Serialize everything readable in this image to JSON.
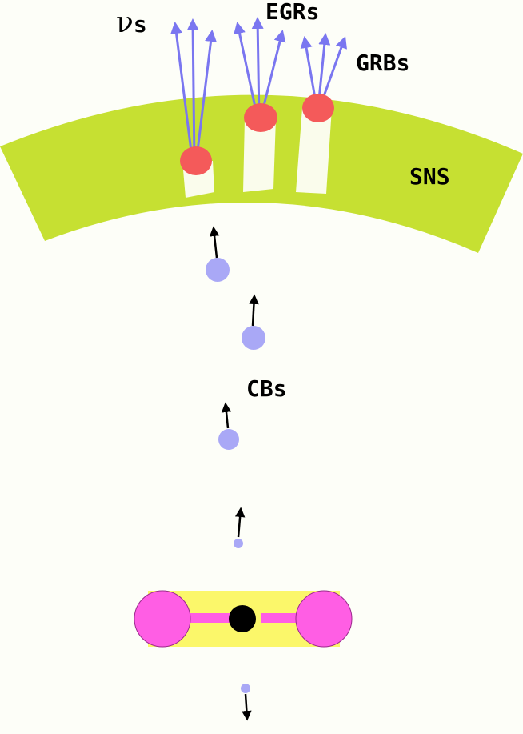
{
  "labels": {
    "neutrinos": "ν",
    "neutrinos_suffix": "s",
    "egrs": "EGRs",
    "grbs": "GRBs",
    "sns": "SNS",
    "cbs": "CBs"
  },
  "colors": {
    "background": "#fdfef8",
    "shell": "#c6e032",
    "channel": "#fafcec",
    "emission_spot": "#f45a5a",
    "emission_rays": "#7a76f0",
    "cannonball": "#a9a8f6",
    "motion_arrow": "#000000",
    "accretion_disk": "#fbf76a",
    "lobe": "#ff5ee4",
    "lobe_outline": "#9a2a8c",
    "central_object": "#000000"
  },
  "icons": {
    "motion": "arrow-icon",
    "ray": "ray-arrow-icon"
  }
}
